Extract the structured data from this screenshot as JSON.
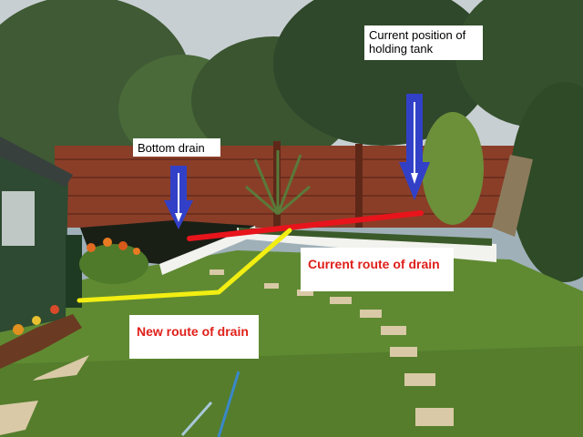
{
  "labels": {
    "holding_tank": "Current position of\nholding tank",
    "bottom_drain": "Bottom drain",
    "current_route": "Current route of drain",
    "new_route": "New route of drain"
  },
  "colors": {
    "arrow": "#3240c8",
    "current_route_line": "#e8141c",
    "new_route_line": "#f2ee12",
    "annotation_text_red": "#e0201a"
  }
}
